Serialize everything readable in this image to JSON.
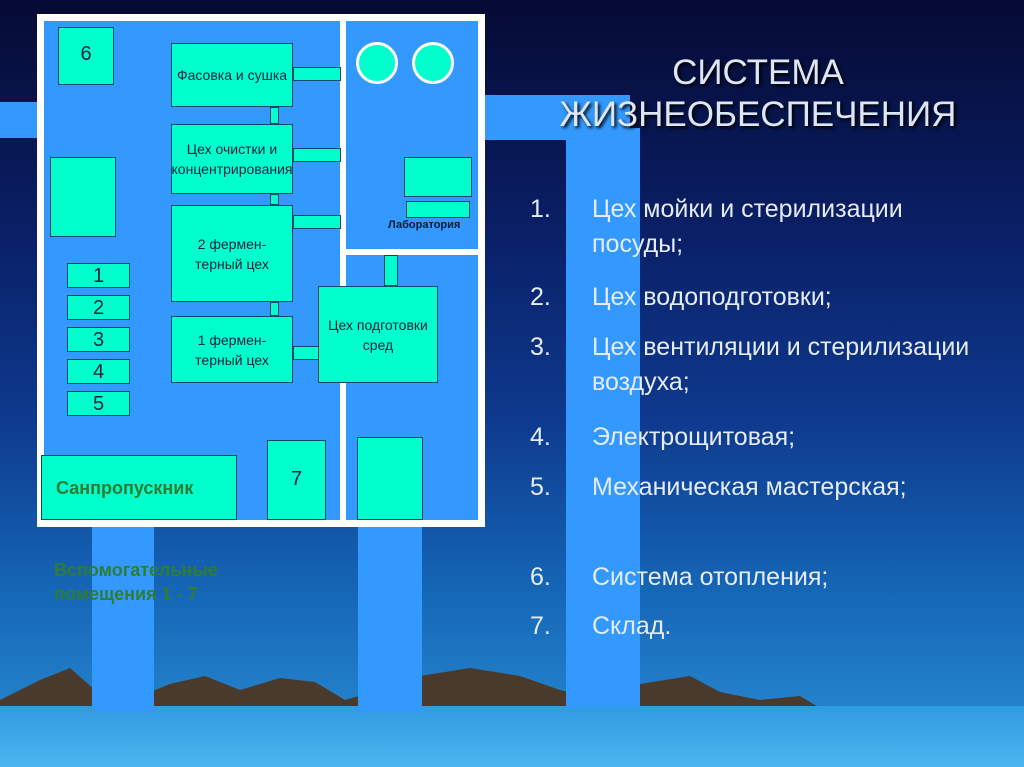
{
  "title": "СИСТЕМА ЖИЗНЕОБЕСПЕЧЕНИЯ",
  "plan": {
    "room_6": "6",
    "rooms": [
      "Фасовка и сушка",
      "Цех очистки и концентрирования",
      "2 фермен-терный цех",
      "1 фермен-терный цех"
    ],
    "media_prep": "Цех подготовки сред",
    "laboratory": "Лаборатория",
    "aux_rooms": [
      "1",
      "2",
      "3",
      "4",
      "5"
    ],
    "sanitary": "Санпропускник",
    "room_7": "7",
    "aux_caption": "Вспомогательные помещения 1 - 7"
  },
  "list": [
    {
      "num": "1.",
      "text": "Цех мойки и стерилизации посуды;"
    },
    {
      "num": "2.",
      "text": "Цех водоподготовки;"
    },
    {
      "num": "3.",
      "text": "Цех вентиляции и стерилизации воздуха;"
    },
    {
      "num": "4.",
      "text": "Электрощитовая;"
    },
    {
      "num": "5.",
      "text": "Механическая мастерская;"
    },
    {
      "num": "6.",
      "text": "Система отопления;"
    },
    {
      "num": "7.",
      "text": "Склад."
    }
  ],
  "colors": {
    "accent": "#00ffcc",
    "plan_blue": "#3399ff",
    "caption_green": "#2e7d32"
  }
}
